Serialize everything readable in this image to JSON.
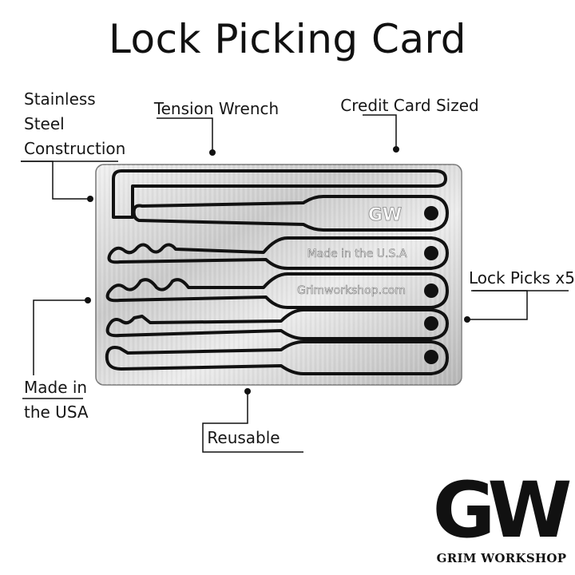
{
  "title": "Lock Picking Card",
  "callouts": {
    "stainless_1": "Stainless",
    "stainless_2": "Steel",
    "stainless_3": "Construction",
    "tension": "Tension Wrench",
    "credit": "Credit Card Sized",
    "lockpicks": "Lock Picks x5",
    "made_1": "Made in",
    "made_2": "the USA",
    "reusable": "Reusable"
  },
  "card": {
    "etch_made": "Made in the U.S.A",
    "etch_site": "Grimworkshop.com",
    "logo_mark": "GW"
  },
  "brand": {
    "mark": "GW",
    "name": "GRIM WORKSHOP"
  },
  "colors": {
    "ink": "#111111",
    "steel_light": "#e6e6e6",
    "steel_dark": "#a9a9a9"
  }
}
